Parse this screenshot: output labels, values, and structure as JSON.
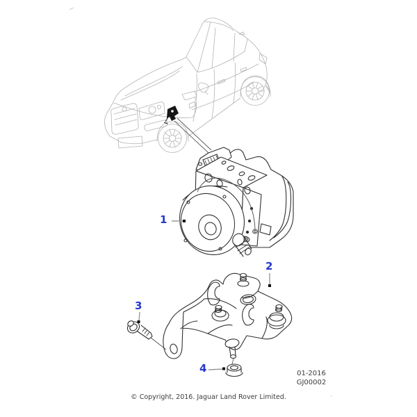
{
  "figure": {
    "kind": "parts-catalog-illustration",
    "subject": "ABS hydraulic control module, mounting bracket and fixings",
    "vehicle_illustration": "Jaguar F-Pace front three-quarter line drawing",
    "colors": {
      "callout_blue": "#2438cf",
      "vehicle_line_gray": "#b3b3b3",
      "part_line_dark": "#2f2f2f",
      "background": "#ffffff"
    }
  },
  "callouts": [
    {
      "label": "1"
    },
    {
      "label": "2"
    },
    {
      "label": "3"
    },
    {
      "label": "4"
    }
  ],
  "footer": {
    "date_code": "01-2016",
    "figure_code": "GJ00002",
    "copyright": "© Copyright, 2016. Jaguar Land Rover Limited."
  }
}
